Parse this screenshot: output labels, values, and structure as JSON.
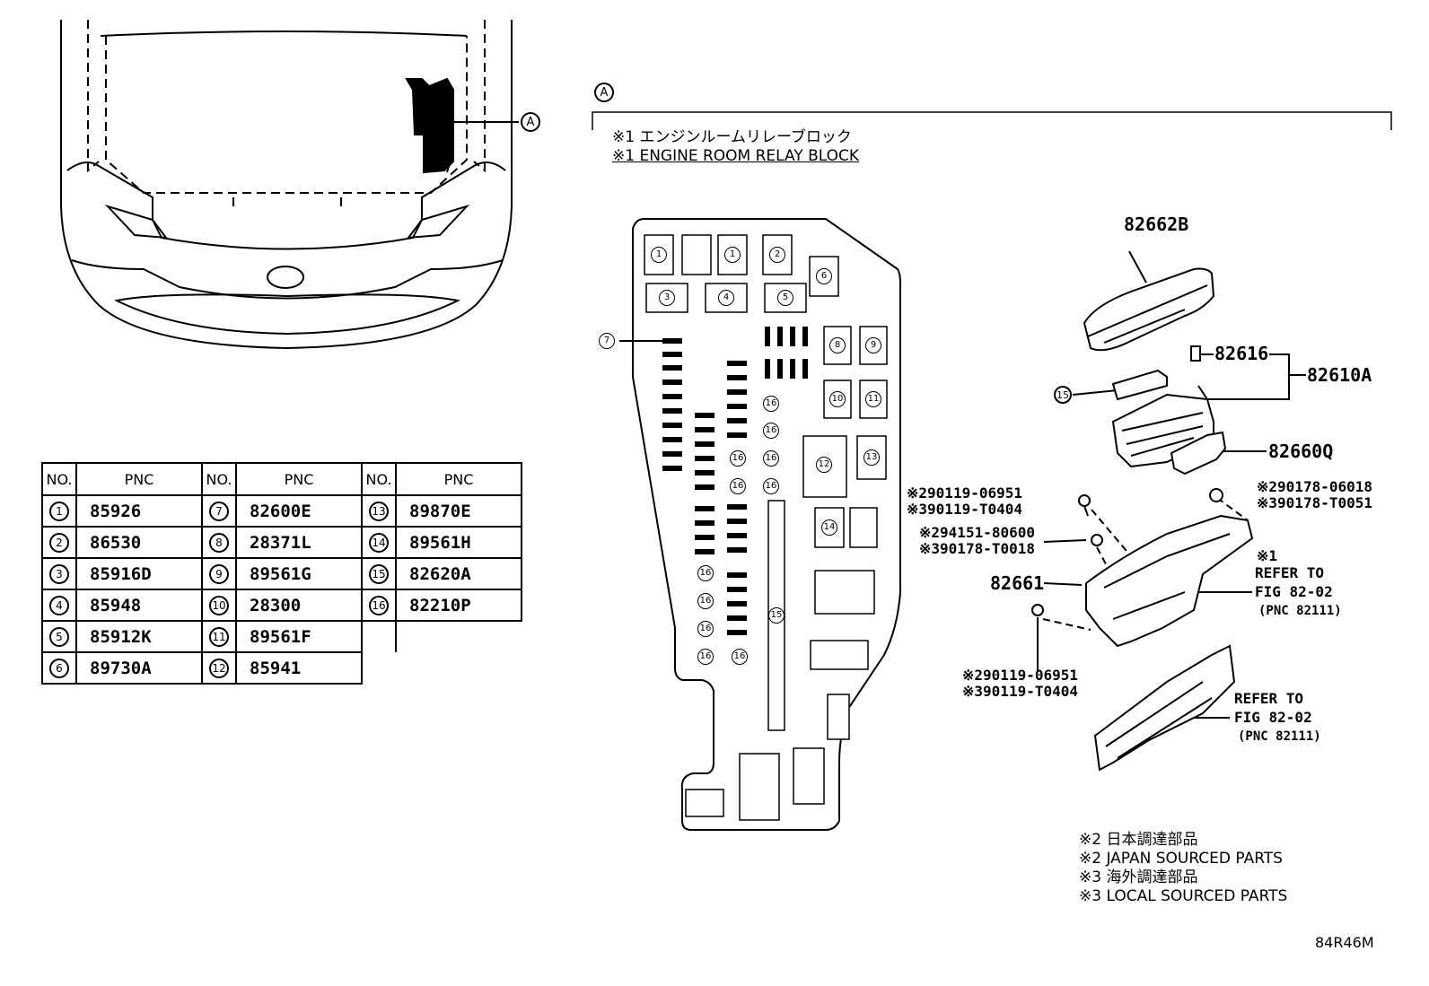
{
  "callout_a": "A",
  "block_title_jp": "※1 エンジンルームリレーブロック",
  "block_title_en": "※1 ENGINE ROOM RELAY BLOCK",
  "table": {
    "headers": [
      "NO.",
      "PNC",
      "NO.",
      "PNC",
      "NO.",
      "PNC"
    ],
    "columns": [
      [
        {
          "no": "1",
          "pnc": "85926"
        },
        {
          "no": "2",
          "pnc": "86530"
        },
        {
          "no": "3",
          "pnc": "85916D"
        },
        {
          "no": "4",
          "pnc": "85948"
        },
        {
          "no": "5",
          "pnc": "85912K"
        },
        {
          "no": "6",
          "pnc": "89730A"
        }
      ],
      [
        {
          "no": "7",
          "pnc": "82600E"
        },
        {
          "no": "8",
          "pnc": "28371L"
        },
        {
          "no": "9",
          "pnc": "89561G"
        },
        {
          "no": "10",
          "pnc": "28300"
        },
        {
          "no": "11",
          "pnc": "89561F"
        },
        {
          "no": "12",
          "pnc": "85941"
        }
      ],
      [
        {
          "no": "13",
          "pnc": "89870E"
        },
        {
          "no": "14",
          "pnc": "89561H"
        },
        {
          "no": "15",
          "pnc": "82620A"
        },
        {
          "no": "16",
          "pnc": "82210P"
        }
      ]
    ]
  },
  "block_slots": {
    "s1a": "1",
    "s1b": "1",
    "s2": "2",
    "s3": "3",
    "s4": "4",
    "s5": "5",
    "s6": "6",
    "s7": "7",
    "s8": "8",
    "s9": "9",
    "s10": "10",
    "s11": "11",
    "s12": "12",
    "s13": "13",
    "s14": "14",
    "s15": "15",
    "s16": "16"
  },
  "parts": {
    "p82662B": "82662B",
    "p82616": "82616",
    "p82610A": "82610A",
    "p15": "15",
    "p82660Q": "82660Q",
    "r1_l1": "※290119-06951",
    "r1_l2": "※390119-T0404",
    "r2_l1": "※290178-06018",
    "r2_l2": "※390178-T0051",
    "r3_l1": "※294151-80600",
    "r3_l2": "※390178-T0018",
    "p82661": "82661",
    "ref1_mark": "※1",
    "ref1_l1": "REFER TO",
    "ref1_l2": "FIG 82-02",
    "ref1_l3": "(PNC 82111)",
    "r4_l1": "※290119-06951",
    "r4_l2": "※390119-T0404",
    "ref2_l1": "REFER TO",
    "ref2_l2": "FIG 82-02",
    "ref2_l3": "(PNC 82111)"
  },
  "legend": {
    "l1": "※2 日本調達部品",
    "l2": "※2 JAPAN SOURCED PARTS",
    "l3": "※3 海外調達部品",
    "l4": "※3 LOCAL SOURCED PARTS"
  },
  "figure_code": "84R46M"
}
